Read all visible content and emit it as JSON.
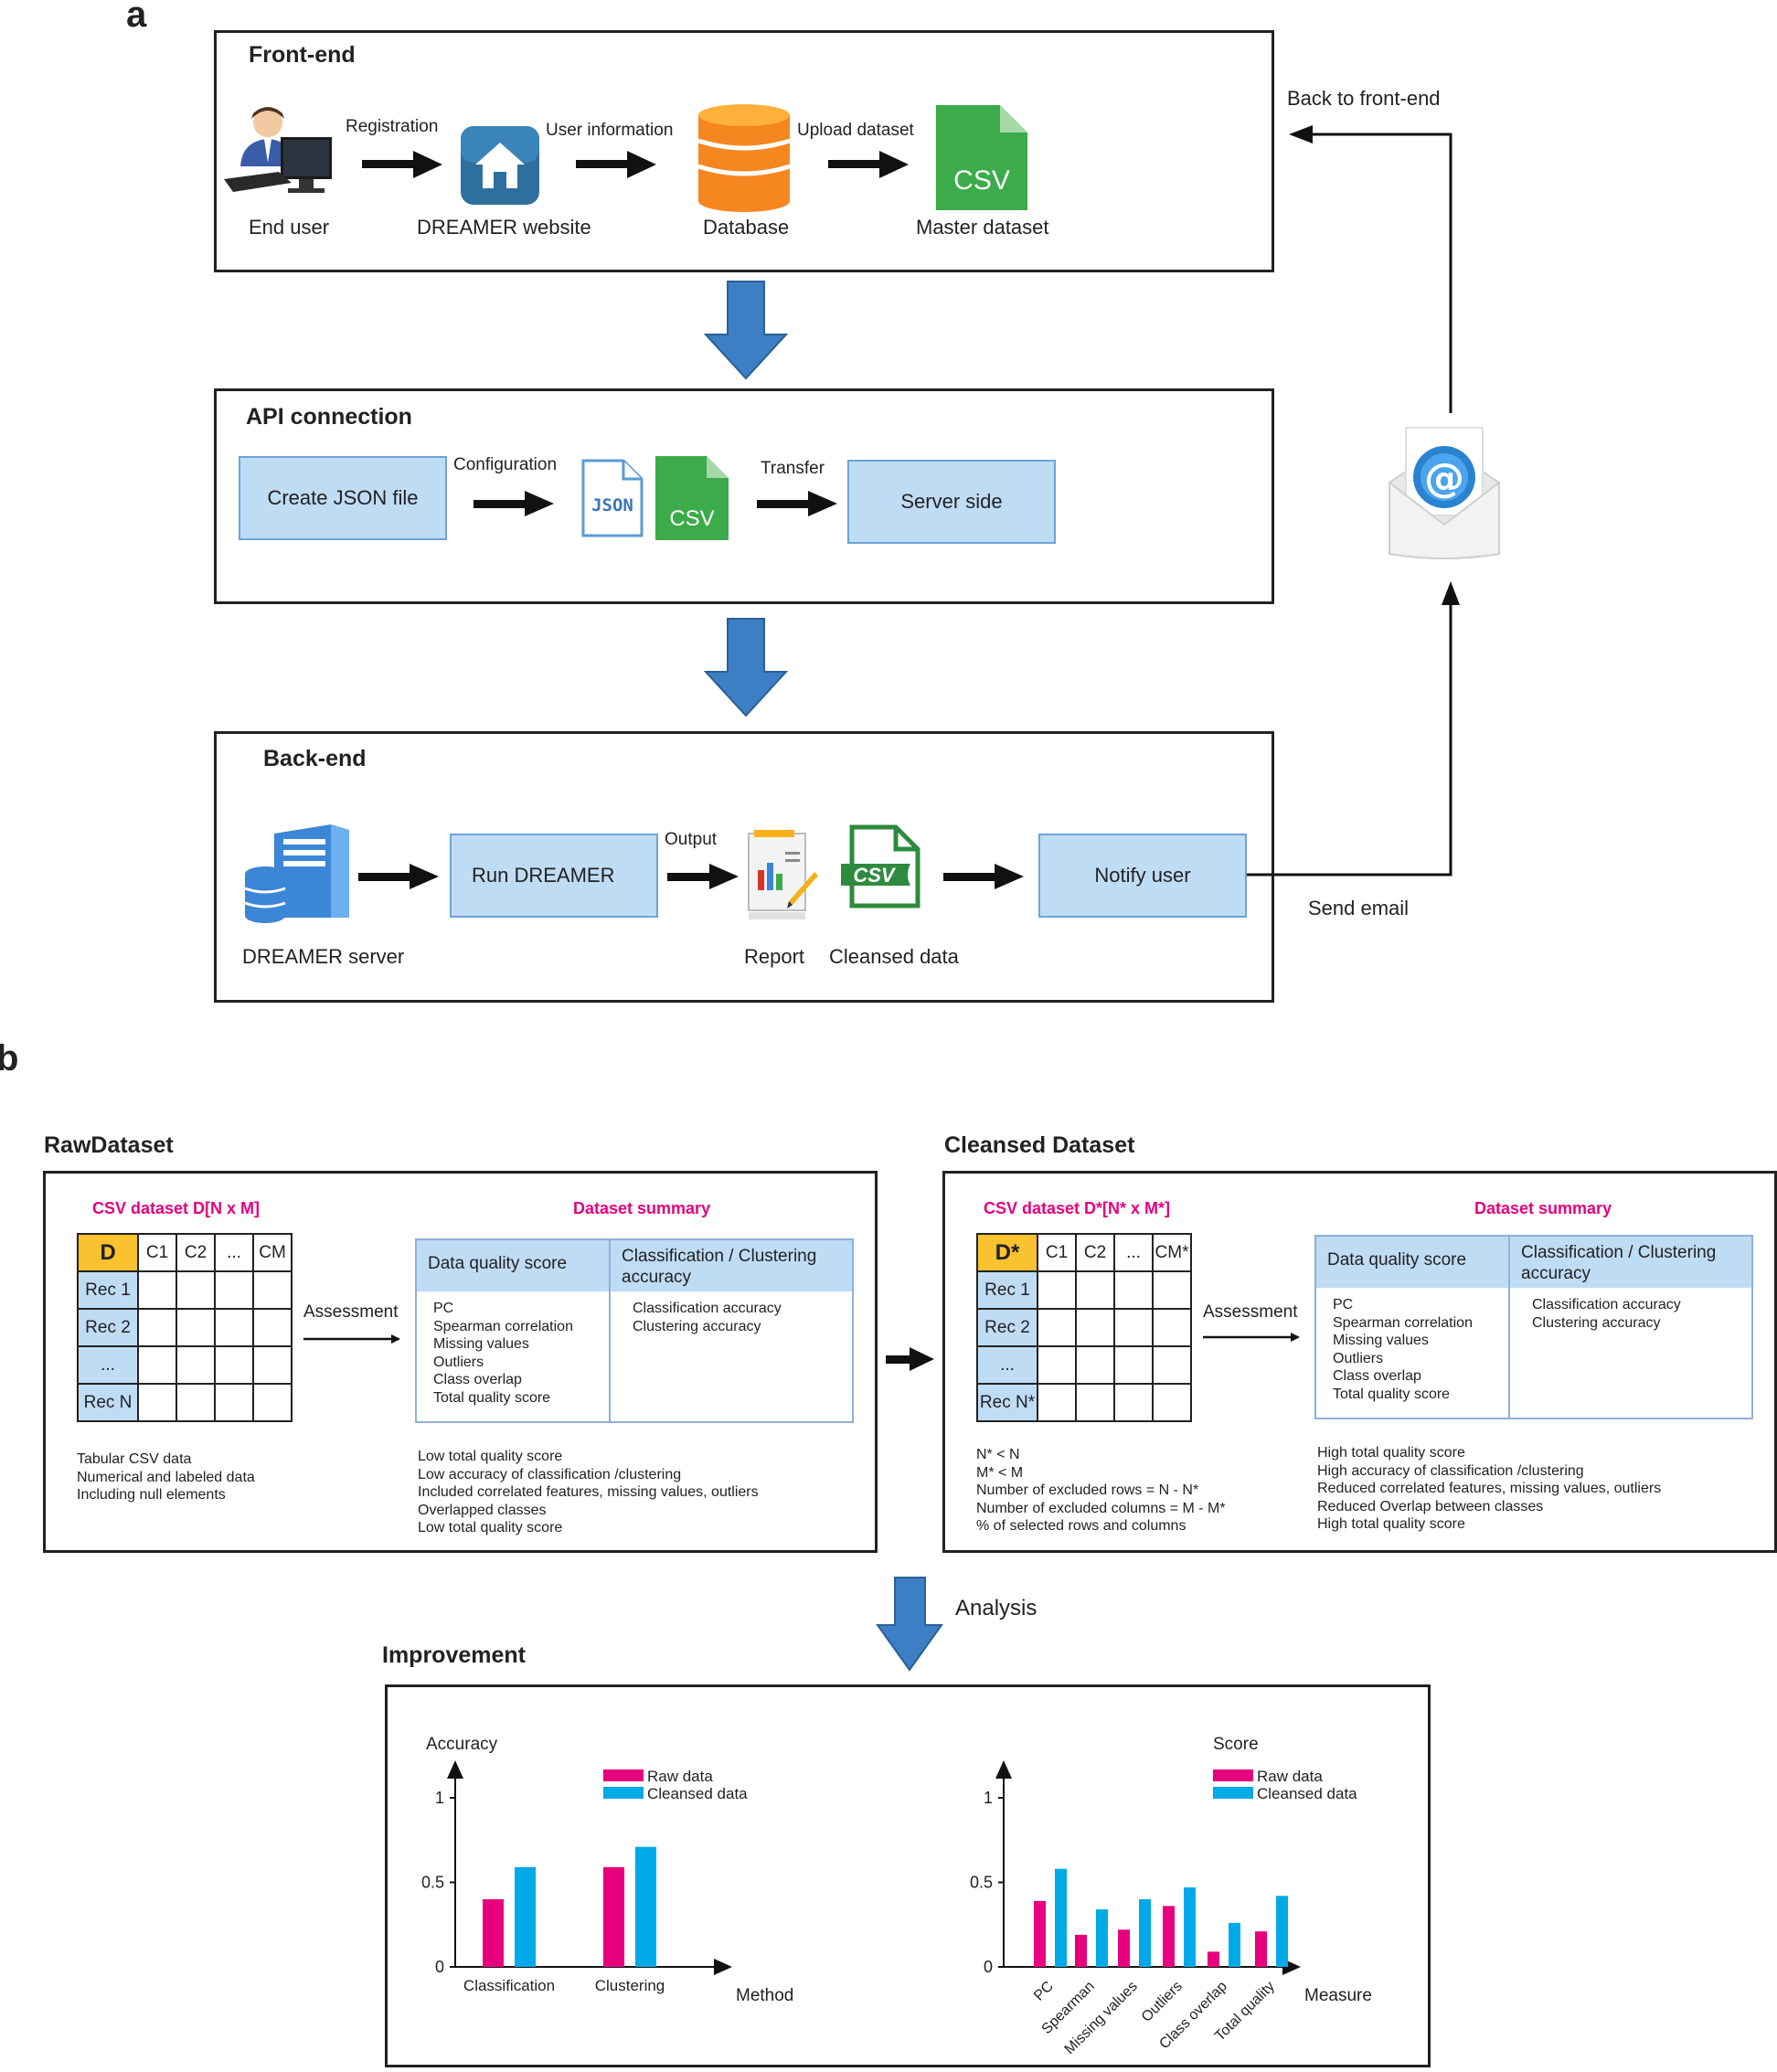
{
  "panel_a": {
    "letter": "a",
    "frontend": {
      "title": "Front-end",
      "end_user": "End user",
      "registration": "Registration",
      "website": "DREAMER website",
      "user_information": "User information",
      "database": "Database",
      "upload_dataset": "Upload dataset",
      "master_dataset": "Master dataset",
      "csv": "CSV"
    },
    "back_to_frontend": "Back to front-end",
    "api": {
      "title": "API connection",
      "create_json": "Create JSON file",
      "configuration": "Configuration",
      "json": "JSON",
      "csv": "CSV",
      "transfer": "Transfer",
      "server_side": "Server side"
    },
    "backend": {
      "title": "Back-end",
      "server": "DREAMER server",
      "run": "Run DREAMER",
      "output": "Output",
      "report": "Report",
      "cleansed_data": "Cleansed data",
      "csv": "CSV",
      "notify": "Notify user"
    },
    "send_email": "Send email"
  },
  "panel_b": {
    "letter": "b",
    "raw": {
      "title": "RawDataset",
      "csv_title": "CSV dataset D[N x M]",
      "summary_title": "Dataset summary",
      "d": "D",
      "cols": [
        "C1",
        "C2",
        "...",
        "CM"
      ],
      "rows": [
        "Rec 1",
        "Rec 2",
        "...",
        "Rec N"
      ],
      "assessment": "Assessment",
      "head_quality": "Data quality score",
      "head_class": "Classification / Clustering accuracy",
      "quality_items": [
        "PC",
        "Spearman correlation",
        "Missing values",
        "Outliers",
        "Class overlap",
        "Total quality score"
      ],
      "class_items": [
        "Classification accuracy",
        "Clustering accuracy"
      ],
      "notes_left": [
        "Tabular CSV data",
        "Numerical and labeled data",
        "Including null elements"
      ],
      "notes_right": [
        "Low total quality score",
        "Low accuracy of classification /clustering",
        "Included correlated features, missing values, outliers",
        "Overlapped classes",
        "Low total quality score"
      ]
    },
    "cleansed": {
      "title": "Cleansed Dataset",
      "csv_title": "CSV dataset D*[N* x M*]",
      "summary_title": "Dataset summary",
      "d": "D*",
      "cols": [
        "C1",
        "C2",
        "...",
        "CM*"
      ],
      "rows": [
        "Rec 1",
        "Rec 2",
        "...",
        "Rec N*"
      ],
      "assessment": "Assessment",
      "head_quality": "Data quality score",
      "head_class": "Classification / Clustering accuracy",
      "quality_items": [
        "PC",
        "Spearman correlation",
        "Missing values",
        "Outliers",
        "Class overlap",
        "Total quality score"
      ],
      "class_items": [
        "Classification accuracy",
        "Clustering accuracy"
      ],
      "notes_left": [
        "N* < N",
        "M* < M",
        "Number of excluded rows = N - N*",
        "Number of excluded columns = M - M*",
        "% of selected rows and columns"
      ],
      "notes_right": [
        "High total quality score",
        "High accuracy of classification /clustering",
        "Reduced correlated features, missing values, outliers",
        "Reduced Overlap between classes",
        "High total quality score"
      ]
    },
    "analysis": "Analysis",
    "improvement": "Improvement",
    "colors": {
      "raw": "#e6007e",
      "cleansed": "#00a9e8"
    }
  },
  "chart_data": [
    {
      "type": "bar",
      "ylabel": "Accuracy",
      "xlabel": "Method",
      "yticks": [
        "0",
        "0.5",
        "1"
      ],
      "ylim": [
        0,
        1.2
      ],
      "categories": [
        "Classification",
        "Clustering"
      ],
      "series": [
        {
          "name": "Raw data",
          "values": [
            0.4,
            0.59
          ]
        },
        {
          "name": "Cleansed data",
          "values": [
            0.59,
            0.71
          ]
        }
      ]
    },
    {
      "type": "bar",
      "ylabel": "Score",
      "xlabel": "Measure",
      "yticks": [
        "0",
        "0.5",
        "1"
      ],
      "ylim": [
        0,
        1.2
      ],
      "categories": [
        "PC",
        "Spearman",
        "Missing values",
        "Outliers",
        "Class overlap",
        "Total quality"
      ],
      "series": [
        {
          "name": "Raw data",
          "values": [
            0.39,
            0.19,
            0.22,
            0.36,
            0.09,
            0.21
          ]
        },
        {
          "name": "Cleansed data",
          "values": [
            0.58,
            0.34,
            0.4,
            0.47,
            0.26,
            0.42
          ]
        }
      ]
    }
  ]
}
